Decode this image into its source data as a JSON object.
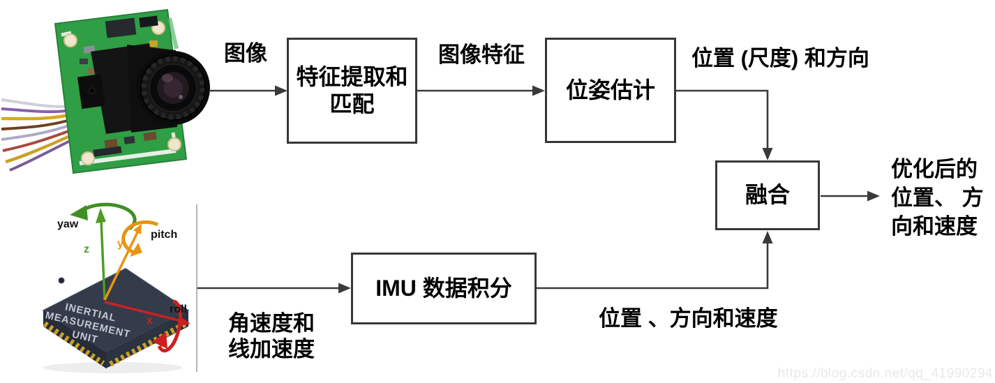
{
  "flow": {
    "feature_box": "特征提取和\n匹配",
    "pose_box": "位姿估计",
    "fusion_box": "融合",
    "imu_box": "IMU 数据积分",
    "label_image": "图像",
    "label_image_features": "图像特征",
    "label_pose_out": "位置 (尺度) 和方向",
    "label_fused_out": "优化后的\n位置、 方\n向和速度",
    "label_imu_in": "角速度和\n线加速度",
    "label_imu_out": "位置 、方向和速度"
  },
  "imu_figure": {
    "yaw": "yaw",
    "pitch": "pitch",
    "roll": "roll",
    "x": "x",
    "y": "y",
    "z": "z",
    "chip_line1": "INERTIAL",
    "chip_line2": "MEASUREMENT",
    "chip_line3": "UNIT"
  },
  "watermark": "https://blog.csdn.net/qq_41990294",
  "colors": {
    "arrow_line": "#3a3a3a",
    "box_border": "#373737",
    "text": "#000000",
    "divider": "#9b9b9b",
    "watermark": "#e9e9ec",
    "pcb_green": "#2f9e44",
    "axis_z_green": "#4f9b27",
    "axis_y_orange": "#e8940f",
    "axis_x_red": "#cc2020",
    "chip_body": "#343b4a",
    "pin_gold": "#c9a227"
  }
}
